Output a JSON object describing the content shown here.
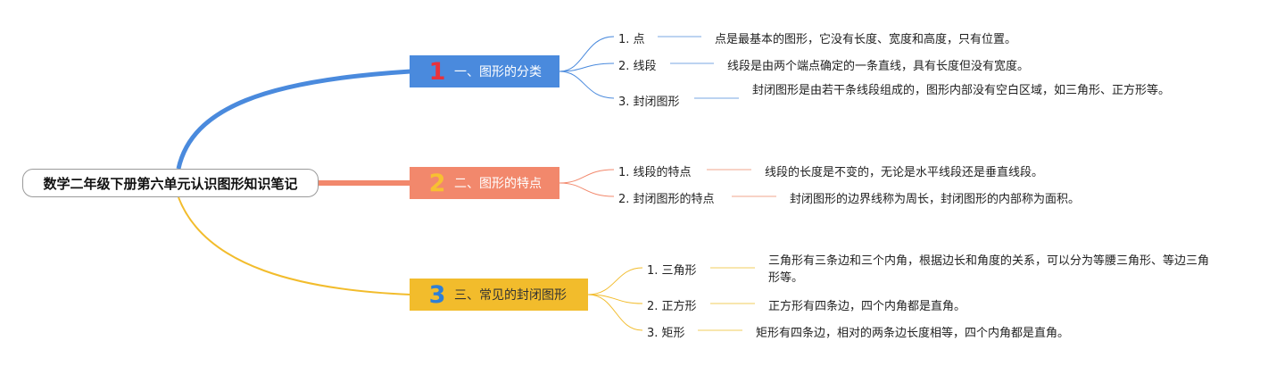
{
  "root": {
    "title": "数学二年级下册第六单元认识图形知识笔记"
  },
  "colors": {
    "branch1": "#4a8add",
    "branch2": "#f2886c",
    "branch3": "#f2bc2c"
  },
  "branches": [
    {
      "number": "1",
      "title": "一、图形的分类",
      "items": [
        {
          "label": "1. 点",
          "text": "点是最基本的图形，它没有长度、宽度和高度，只有位置。"
        },
        {
          "label": "2. 线段",
          "text": "线段是由两个端点确定的一条直线，具有长度但没有宽度。"
        },
        {
          "label": "3. 封闭图形",
          "text": "封闭图形是由若干条线段组成的，图形内部没有空白区域，如三角形、正方形等。"
        }
      ]
    },
    {
      "number": "2",
      "title": "二、图形的特点",
      "items": [
        {
          "label": "1. 线段的特点",
          "text": "线段的长度是不变的，无论是水平线段还是垂直线段。"
        },
        {
          "label": "2. 封闭图形的特点",
          "text": "封闭图形的边界线称为周长，封闭图形的内部称为面积。"
        }
      ]
    },
    {
      "number": "3",
      "title": "三、常见的封闭图形",
      "items": [
        {
          "label": "1. 三角形",
          "text": "三角形有三条边和三个内角，根据边长和角度的关系，可以分为等腰三角形、等边三角形等。"
        },
        {
          "label": "2. 正方形",
          "text": "正方形有四条边，四个内角都是直角。"
        },
        {
          "label": "3. 矩形",
          "text": "矩形有四条边，相对的两条边长度相等，四个内角都是直角。"
        }
      ]
    }
  ]
}
